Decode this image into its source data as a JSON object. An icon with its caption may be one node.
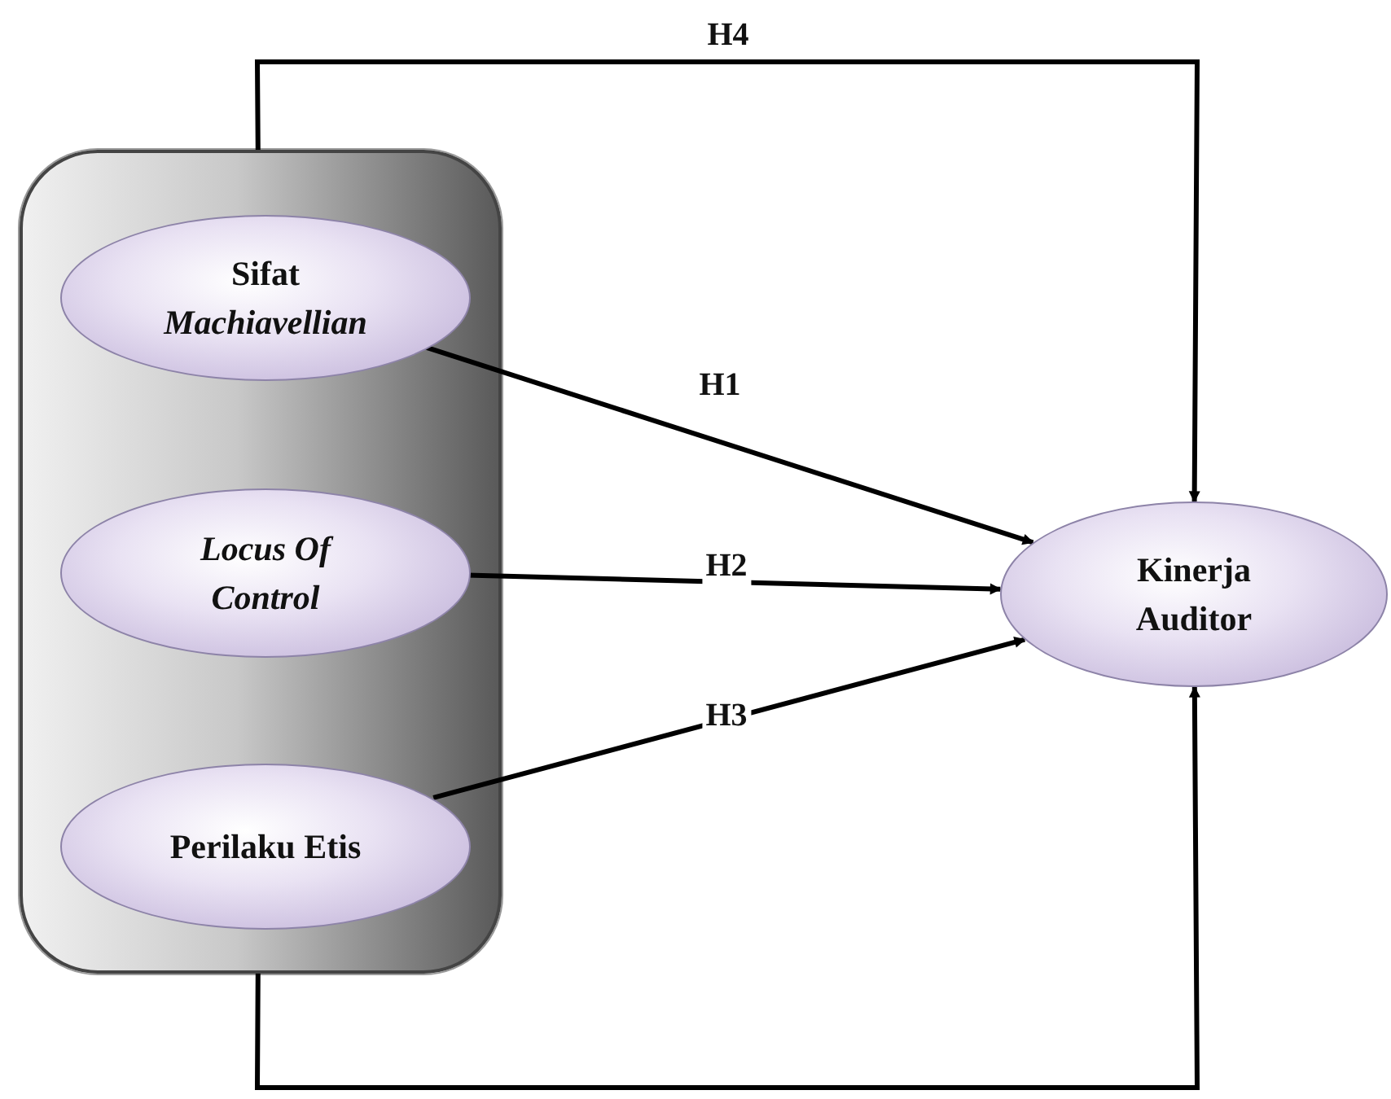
{
  "diagram": {
    "nodes": [
      {
        "text": [],
        "shape": "box"
      },
      {
        "text": [
          "Sifat *Machiavellian*"
        ],
        "in": 0
      },
      {
        "text": [
          "*Locus Of Control*"
        ],
        "in": 0
      },
      {
        "text": [
          "Perilaku Etis"
        ],
        "in": 0
      },
      {
        "text": [
          "Kinerja Auditor"
        ]
      }
    ],
    "edges": [
      {
        "from": 0,
        "to": 4,
        "arrow": "to",
        "label": "H4"
      },
      {
        "from": 1,
        "to": 4,
        "arrow": "to",
        "label": "H1"
      },
      {
        "from": 2,
        "to": 4,
        "arrow": "to",
        "label": "H2"
      },
      {
        "from": 3,
        "to": 4,
        "arrow": "to",
        "label": "H3"
      },
      {
        "from": 0,
        "to": 4,
        "arrow": "to"
      }
    ]
  }
}
